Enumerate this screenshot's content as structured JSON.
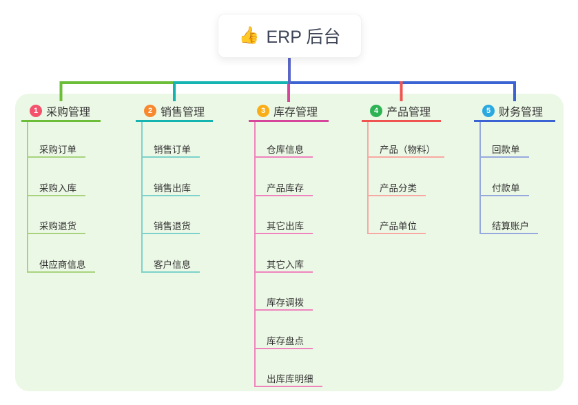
{
  "root_node": {
    "icon": "👍",
    "label": "ERP 后台"
  },
  "colors": {
    "stem": "#5A67C8",
    "panel_bg": "#ECF8E6",
    "root_text": "#3D4456",
    "node_text": "#333333"
  },
  "branches": [
    {
      "number": "1",
      "label": "采购管理",
      "badge_color": "#F4516C",
      "line_color": "#6CBE38",
      "light_line_color": "#A8D37E",
      "children": [
        "采购订单",
        "采购入库",
        "采购退货",
        "供应商信息"
      ]
    },
    {
      "number": "2",
      "label": "销售管理",
      "badge_color": "#F8882F",
      "line_color": "#14B4B0",
      "light_line_color": "#7CD2CA",
      "children": [
        "销售订单",
        "销售出库",
        "销售退货",
        "客户信息"
      ]
    },
    {
      "number": "3",
      "label": "库存管理",
      "badge_color": "#F9AE17",
      "line_color": "#D6479B",
      "light_line_color": "#EF83BE",
      "children": [
        "仓库信息",
        "产品库存",
        "其它出库",
        "其它入库",
        "库存调拨",
        "库存盘点",
        "出库库明细"
      ]
    },
    {
      "number": "4",
      "label": "产品管理",
      "badge_color": "#2EB354",
      "line_color": "#F05450",
      "light_line_color": "#F8A8A2",
      "children": [
        "产品（物料）",
        "产品分类",
        "产品单位"
      ]
    },
    {
      "number": "5",
      "label": "财务管理",
      "badge_color": "#29A9E0",
      "line_color": "#3B63D4",
      "light_line_color": "#96A9DF",
      "children": [
        "回款单",
        "付款单",
        "结算账户"
      ]
    }
  ]
}
